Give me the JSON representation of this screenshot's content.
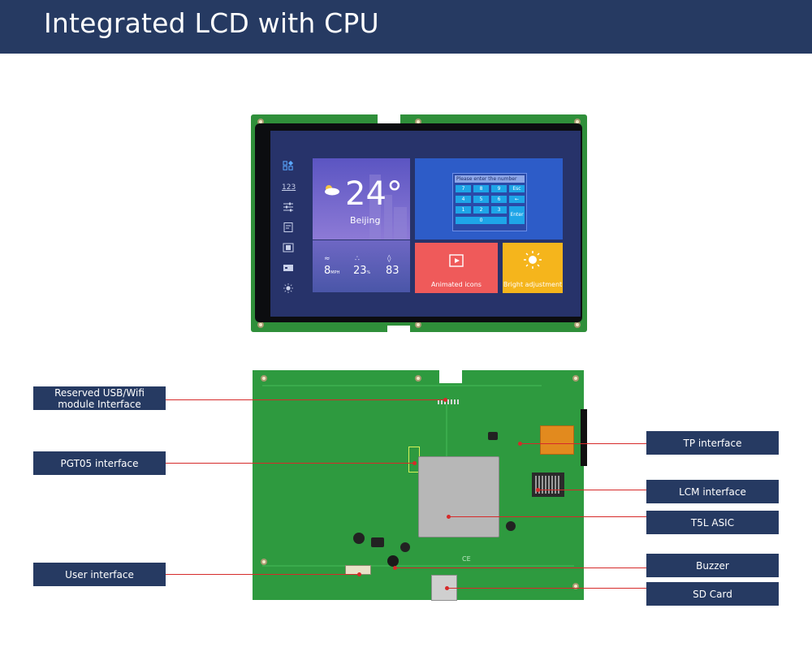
{
  "header": {
    "title": "Integrated LCD with CPU"
  },
  "screen_ui": {
    "side_tabs": [
      "123"
    ],
    "weather": {
      "temperature": "24°",
      "city": "Beijing",
      "wind": "8",
      "wind_unit": "MPH",
      "temp_low": "23",
      "temp_low_unit": "%",
      "humidity": "83"
    },
    "keypad": {
      "prompt": "Please enter the number",
      "keys": [
        "7",
        "8",
        "9",
        "Esc",
        "4",
        "5",
        "6",
        "←",
        "1",
        "2",
        "3",
        "Enter",
        "0"
      ]
    },
    "tiles": {
      "animated": "Animated icons",
      "bright": "Bright adjustment"
    }
  },
  "callouts": {
    "usb_wifi": "Reserved USB/Wifi module Interface",
    "pgt05": "PGT05 interface",
    "user": "User interface",
    "tp": "TP interface",
    "lcm": "LCM interface",
    "asic": "T5L ASIC",
    "buzzer": "Buzzer",
    "sd": "SD Card"
  },
  "colors": {
    "header_bg": "#263a62",
    "callout_bg": "#263a62",
    "leader": "#d62a2a",
    "pcb": "#2e9a3f"
  }
}
